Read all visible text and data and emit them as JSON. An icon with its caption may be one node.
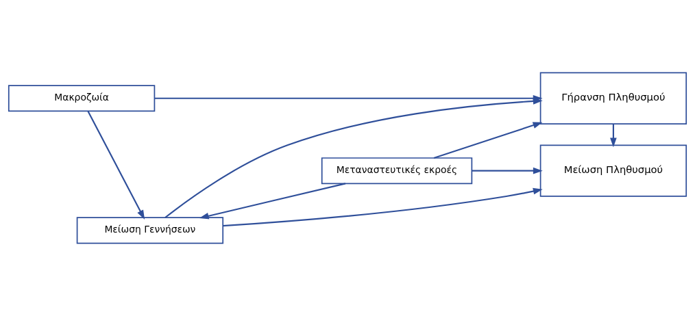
{
  "diagram": {
    "nodes": [
      {
        "text": [
          "Μακροζωία"
        ]
      },
      {
        "text": [
          "Μείωση Γεννήσεων"
        ]
      },
      {
        "text": [
          "Μεταναστευτικές εκροές"
        ]
      },
      {
        "text": [
          "Γήρανση Πληθυσμού"
        ]
      },
      {
        "text": [
          "Μείωση Πληθυσμού"
        ]
      }
    ],
    "edges": [
      {
        "from": 0,
        "to": 1,
        "arrow": "to"
      },
      {
        "from": 2,
        "to": 1,
        "arrow": "to"
      },
      {
        "from": 0,
        "to": 3,
        "arrow": "to"
      },
      {
        "from": 1,
        "to": 3,
        "arrow": "to"
      },
      {
        "from": 1,
        "to": 4,
        "arrow": "to"
      },
      {
        "from": 2,
        "to": 3,
        "arrow": "to"
      },
      {
        "from": 2,
        "to": 4,
        "arrow": "to"
      },
      {
        "from": 3,
        "to": 4,
        "arrow": "to"
      }
    ]
  }
}
